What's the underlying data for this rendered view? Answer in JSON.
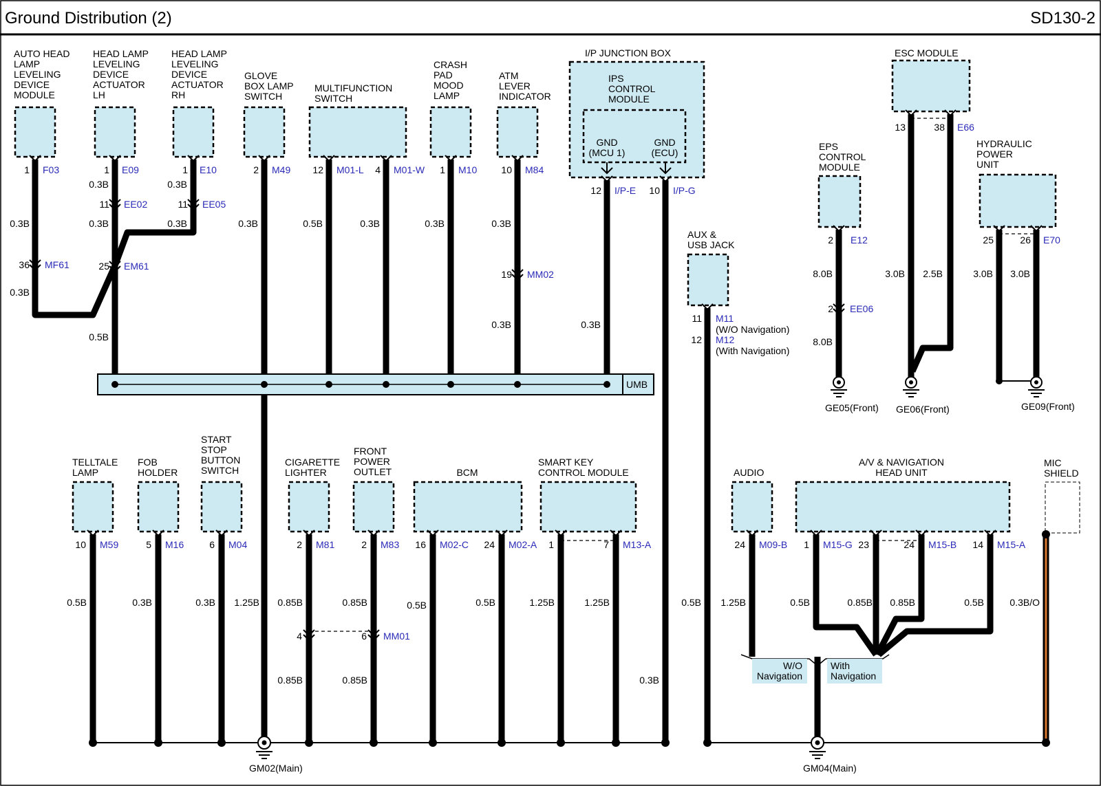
{
  "title": "Ground Distribution (2)",
  "code": "SD130-2",
  "components": {
    "auto_head_lamp": [
      "AUTO HEAD",
      "LAMP",
      "LEVELING",
      "DEVICE",
      "MODULE"
    ],
    "actuator_lh": [
      "HEAD LAMP",
      "LEVELING",
      "DEVICE",
      "ACTUATOR",
      "LH"
    ],
    "actuator_rh": [
      "HEAD LAMP",
      "LEVELING",
      "DEVICE",
      "ACTUATOR",
      "RH"
    ],
    "glove_box": [
      "GLOVE",
      "BOX LAMP",
      "SWITCH"
    ],
    "multifunction": [
      "MULTIFUNCTION",
      "SWITCH"
    ],
    "crash_pad": [
      "CRASH",
      "PAD",
      "MOOD",
      "LAMP"
    ],
    "atm_lever": [
      "ATM",
      "LEVER",
      "INDICATOR"
    ],
    "ip_junction": [
      "I/P JUNCTION BOX"
    ],
    "ips_control": [
      "IPS",
      "CONTROL",
      "MODULE"
    ],
    "gnd_mcu": [
      "GND",
      "(MCU 1)"
    ],
    "gnd_ecu": [
      "GND",
      "(ECU)"
    ],
    "esc": [
      "ESC MODULE"
    ],
    "eps": [
      "EPS",
      "CONTROL",
      "MODULE"
    ],
    "hydraulic": [
      "HYDRAULIC",
      "POWER",
      "UNIT"
    ],
    "aux_usb": [
      "AUX &",
      "USB JACK"
    ],
    "telltale": [
      "TELLTALE",
      "LAMP"
    ],
    "fob": [
      "FOB",
      "HOLDER"
    ],
    "start_stop": [
      "START",
      "STOP",
      "BUTTON",
      "SWITCH"
    ],
    "cigarette": [
      "CIGARETTE",
      "LIGHTER"
    ],
    "front_power": [
      "FRONT",
      "POWER",
      "OUTLET"
    ],
    "bcm": [
      "BCM"
    ],
    "smart_key": [
      "SMART KEY",
      "CONTROL MODULE"
    ],
    "audio": [
      "AUDIO"
    ],
    "av_head": [
      "A/V & NAVIGATION",
      "HEAD UNIT"
    ],
    "mic_shield": [
      "MIC",
      "SHIELD"
    ]
  },
  "pins": {
    "f03": "1",
    "e09": "1",
    "e10": "1",
    "m49": "2",
    "m01l": "12",
    "m01w": "4",
    "m10": "1",
    "m84": "10",
    "ipe": "12",
    "ipg": "10",
    "e66a": "13",
    "e66b": "38",
    "e12": "2",
    "e70a": "25",
    "e70b": "26",
    "m11": "11",
    "m12": "12",
    "ee02": "11",
    "ee05": "11",
    "mf61": "36",
    "em61": "25",
    "mm02": "19",
    "ee06": "2",
    "m59": "10",
    "m16": "5",
    "m04": "6",
    "m81": "2",
    "m83": "2",
    "m02c": "16",
    "m02a": "24",
    "m13a_1": "1",
    "m13a_7": "7",
    "m09b": "24",
    "m15g": "1",
    "m15b_23": "23",
    "m15b_24": "24",
    "m15a": "14",
    "mm01_4": "4",
    "mm01_6": "6"
  },
  "connectors": {
    "f03": "F03",
    "e09": "E09",
    "e10": "E10",
    "m49": "M49",
    "m01l": "M01-L",
    "m01w": "M01-W",
    "m10": "M10",
    "m84": "M84",
    "ipe": "I/P-E",
    "ipg": "I/P-G",
    "e66": "E66",
    "e12": "E12",
    "e70": "E70",
    "m11": "M11",
    "m12": "M12",
    "ee02": "EE02",
    "ee05": "EE05",
    "mf61": "MF61",
    "em61": "EM61",
    "mm02": "MM02",
    "ee06": "EE06",
    "m59": "M59",
    "m16": "M16",
    "m04": "M04",
    "m81": "M81",
    "m83": "M83",
    "m02c": "M02-C",
    "m02a": "M02-A",
    "m13a": "M13-A",
    "m09b": "M09-B",
    "m15g": "M15-G",
    "m15b": "M15-B",
    "m15a": "M15-A",
    "mm01": "MM01"
  },
  "notes": {
    "wo_nav_paren": "(W/O Navigation)",
    "with_nav_paren": "(With Navigation)",
    "wo_nav": [
      "W/O",
      "Navigation"
    ],
    "with_nav": [
      "With",
      "Navigation"
    ],
    "umb": "UMB"
  },
  "grounds": {
    "ge05": "GE05",
    "ge06": "GE06",
    "ge09": "GE09",
    "gm02": "GM02",
    "gm04": "GM04",
    "front": "(Front)",
    "main": "(Main)"
  },
  "wires": {
    "f03_a": "0.3B",
    "f03_b": "0.3B",
    "e09_a": "0.3B",
    "e09_b": "0.3B",
    "e10_a": "0.3B",
    "e10_b": "0.3B",
    "em61_out": "0.5B",
    "m49": "0.3B",
    "m01l": "0.5B",
    "m01w": "0.3B",
    "m10": "0.3B",
    "m84_a": "0.3B",
    "m84_b": "0.3B",
    "ipe": "0.3B",
    "e12_a": "8.0B",
    "e12_b": "8.0B",
    "e66_13": "3.0B",
    "e66_38": "2.5B",
    "e70_25": "3.0B",
    "e70_26": "3.0B",
    "m59": "0.5B",
    "m16": "0.3B",
    "m04": "0.3B",
    "umb_down": "1.25B",
    "m81_a": "0.85B",
    "m81_b": "0.85B",
    "m83_a": "0.85B",
    "m83_b": "0.85B",
    "m02c": "0.5B",
    "m02a": "0.5B",
    "m13_1": "1.25B",
    "m13_7": "1.25B",
    "ipg": "0.3B",
    "aux": "0.5B",
    "m09b": "1.25B",
    "m15g": "0.5B",
    "m15b_23": "0.85B",
    "m15b_24": "0.85B",
    "m15a": "0.5B",
    "mic": "0.3B/O"
  },
  "colors": {
    "component_fill": "#cdeaf2",
    "connector_text": "#2a2ab8",
    "shield_wire": "#d9782d"
  }
}
